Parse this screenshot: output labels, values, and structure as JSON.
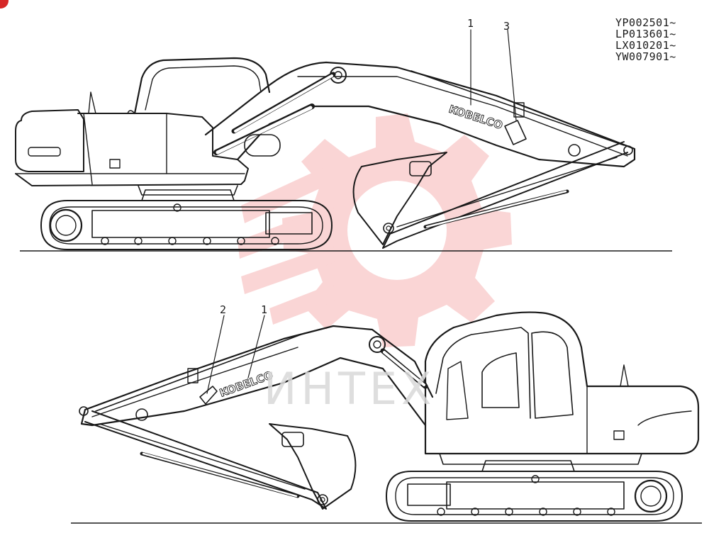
{
  "serial_numbers": [
    "YP002501~",
    "LP013601~",
    "LX010201~",
    "YW007901~"
  ],
  "callouts": {
    "top_1": "1",
    "top_3": "3",
    "bottom_2": "2",
    "bottom_1": "1"
  },
  "brand_decal": "KOBELCO",
  "watermark_text": "ИНТЕХ",
  "colors": {
    "line": "#1a1a1a",
    "watermark_gear": "#f4a3a3",
    "badge": "#d62828"
  }
}
